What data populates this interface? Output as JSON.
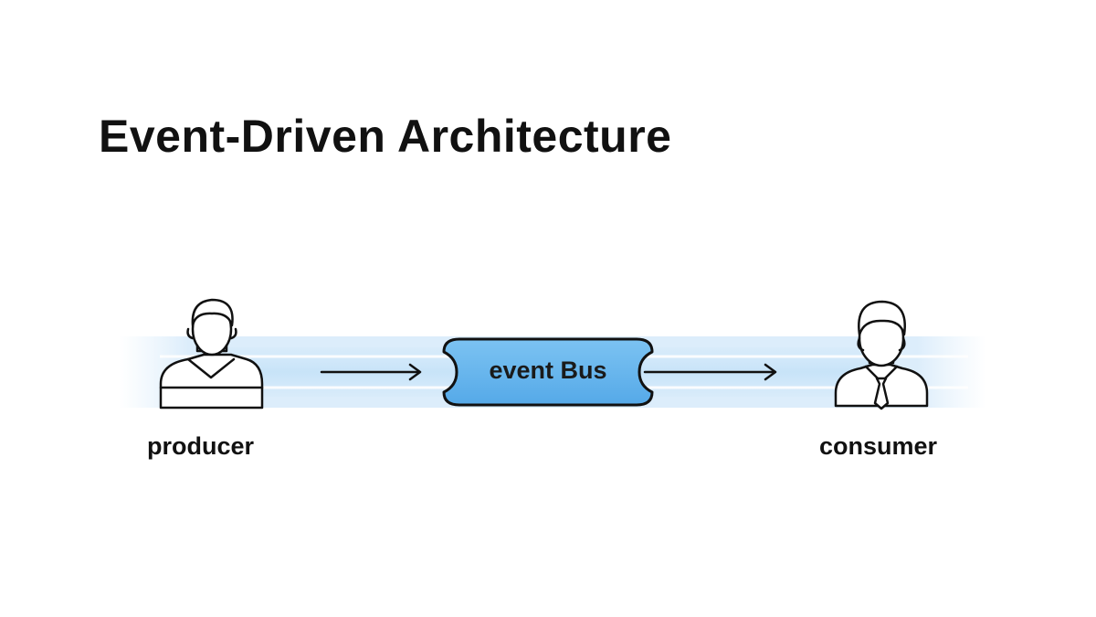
{
  "title": "Event-Driven Architecture",
  "producer": {
    "label": "producer",
    "icon": "person-icon"
  },
  "event_bus": {
    "label": "event Bus"
  },
  "consumer": {
    "label": "consumer",
    "icon": "person-with-tie-icon"
  },
  "colors": {
    "band": "#d7ebfb",
    "bus_fill": "#6bb8ef",
    "bus_stroke": "#111111",
    "text": "#111111"
  }
}
